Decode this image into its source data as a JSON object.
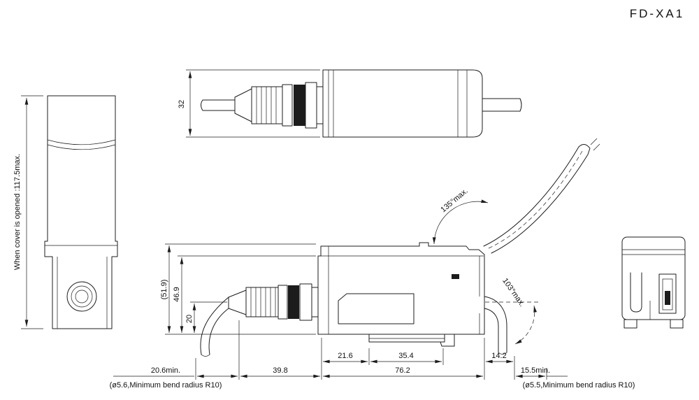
{
  "title": "FD-XA1",
  "front_view": {
    "dim_open_height": "When cover is opened :117.5max."
  },
  "top_view": {
    "dim_diameter": "32"
  },
  "side_view": {
    "dim_total_height": "(51.9)",
    "dim_body_height": "46.9",
    "dim_cable_offset": "20",
    "angle_cover_open": "135°max.",
    "angle_cable_bend": "103°max."
  },
  "bottom_dims": {
    "clamp_left": "21.6",
    "clamp_width": "35.4",
    "cable_right_offset": "14.2",
    "cable_left_min": "20.6min.",
    "connector_length": "39.8",
    "body_length": "76.2",
    "cable_right_min": "15.5min."
  },
  "notes": {
    "left_cable": "(ø5.6,Minimum bend radius R10)",
    "right_cable": "(ø5.5,Minimum bend radius R10)"
  }
}
